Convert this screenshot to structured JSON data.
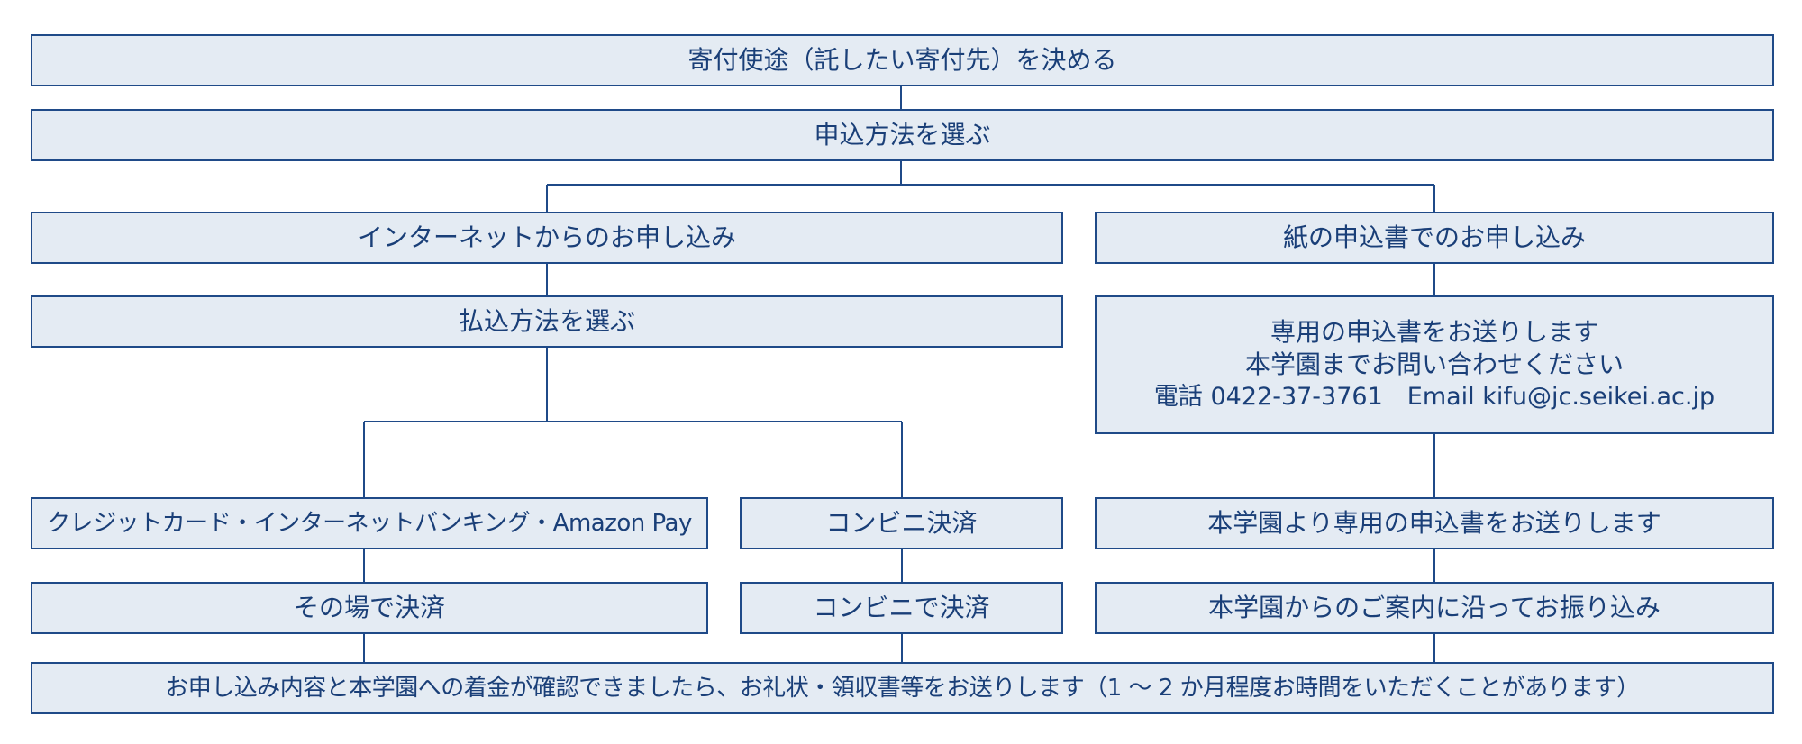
{
  "colors": {
    "box_fill": "#e4ebf3",
    "border": "#1f4a88",
    "text": "#1a3f78"
  },
  "flow": {
    "step1": "寄付使途（託したい寄付先）を決める",
    "step2": "申込方法を選ぶ",
    "internet": {
      "title": "インターネットからのお申し込み",
      "choose_payment": "払込方法を選ぶ",
      "credit": {
        "label": "クレジットカード・インターネットバンキング・Amazon Pay",
        "next": "その場で決済"
      },
      "convenience": {
        "label": "コンビニ決済",
        "next": "コンビニで決済"
      }
    },
    "paper": {
      "title": "紙の申込書でのお申し込み",
      "info_lines": [
        "専用の申込書をお送りします",
        "本学園までお問い合わせください",
        "電話  0422-37-3761　Email  kifu@jc.seikei.ac.jp"
      ],
      "send": "本学園より専用の申込書をお送りします",
      "transfer": "本学園からのご案内に沿ってお振り込み"
    },
    "final": "お申し込み内容と本学園への着金が確認できましたら、お礼状・領収書等をお送りします（1 〜 2 か月程度お時間をいただくことがあります）"
  }
}
